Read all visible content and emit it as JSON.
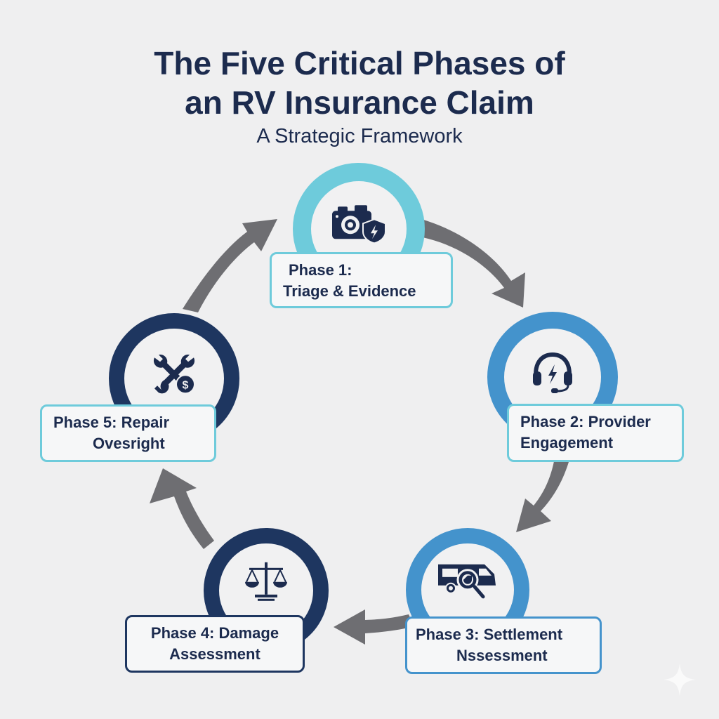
{
  "header": {
    "title_line1": "The Five Critical Phases of",
    "title_line2": "an RV Insurance Claim",
    "subtitle": "A Strategic Framework"
  },
  "colors": {
    "background": "#efeff0",
    "text": "#1c2b4e",
    "arrow": "#6e6e72",
    "phase1_ring": "#6ecbdb",
    "phase2_ring": "#4493cc",
    "phase3_ring": "#4493cc",
    "phase4_ring": "#1e3660",
    "phase5_ring": "#1e3660"
  },
  "phases": [
    {
      "line1": "Phase 1:",
      "line2": "Triage & Evidence",
      "icon": "camera-shield-icon"
    },
    {
      "line1": "Phase 2: Provider",
      "line2": "Engagement",
      "icon": "headset-lightning-icon"
    },
    {
      "line1": "Phase 3: Settlement",
      "line2": "Nssessment",
      "icon": "rv-magnifier-icon"
    },
    {
      "line1": "Phase 4: Damage",
      "line2": "Assessment",
      "icon": "scales-icon"
    },
    {
      "line1": "Phase 5: Repair",
      "line2": "Ovesright",
      "icon": "wrench-dollar-icon"
    }
  ]
}
